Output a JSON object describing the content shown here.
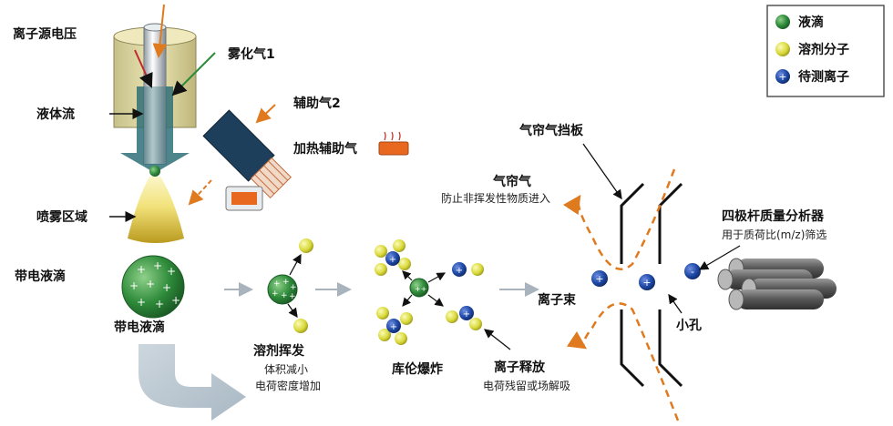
{
  "legend": {
    "items": [
      {
        "label": "液滴",
        "color": "#2e8b3a"
      },
      {
        "label": "溶剂分子",
        "color": "#d9d93a"
      },
      {
        "label": "待测离子",
        "color": "#1f4aa8"
      }
    ]
  },
  "labels": {
    "ion_source_voltage": "离子源电压",
    "nebulizer_gas": "雾化气1",
    "liquid_flow": "液体流",
    "aux_gas": "辅助气2",
    "heated_aux_gas": "加热辅助气",
    "spray_region": "喷雾区域",
    "charged_droplet": "带电液滴",
    "charged_droplet_caption": "带电液滴",
    "solvent_evaporation": "溶剂挥发",
    "evaporation_note_1": "体积减小",
    "evaporation_note_2": "电荷密度增加",
    "coulomb_explosion": "库伦爆炸",
    "ion_release": "离子释放",
    "ion_release_note": "电荷残留或场解吸",
    "curtain_gas": "气帘气",
    "curtain_gas_note": "防止非挥发性物质进入",
    "curtain_plate": "气帘气挡板",
    "ion_beam": "离子束",
    "orifice": "小孔",
    "quadrupole": "四极杆质量分析器",
    "quadrupole_note": "用于质荷比(m/z)筛选"
  },
  "colors": {
    "droplet": "#2e8b3a",
    "solvent": "#d9d93a",
    "ion": "#1f4aa8",
    "curtain_flow": "#e07a1f",
    "arrow_gray": "#a9b3bd"
  }
}
